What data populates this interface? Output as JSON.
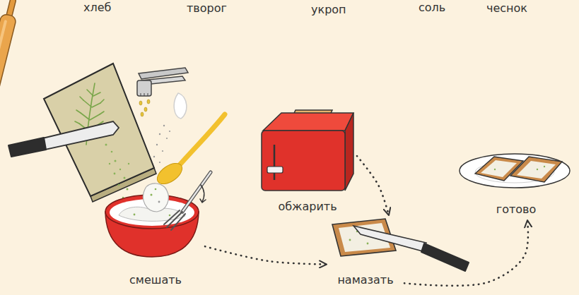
{
  "diagram": {
    "nodes": [
      {
        "text": [
          "смешать"
        ]
      },
      {
        "text": [
          "обжарить"
        ]
      },
      {
        "text": [
          "намазать"
        ]
      },
      {
        "text": [
          "готово"
        ]
      }
    ],
    "edges": [
      {
        "from": 0,
        "to": 2,
        "arrow": "to"
      },
      {
        "from": 1,
        "to": 2,
        "arrow": "to"
      },
      {
        "from": 2,
        "to": 3,
        "arrow": "to"
      }
    ],
    "labels": [
      "хлеб",
      "творог",
      "укроп",
      "соль",
      "чеснок"
    ]
  }
}
